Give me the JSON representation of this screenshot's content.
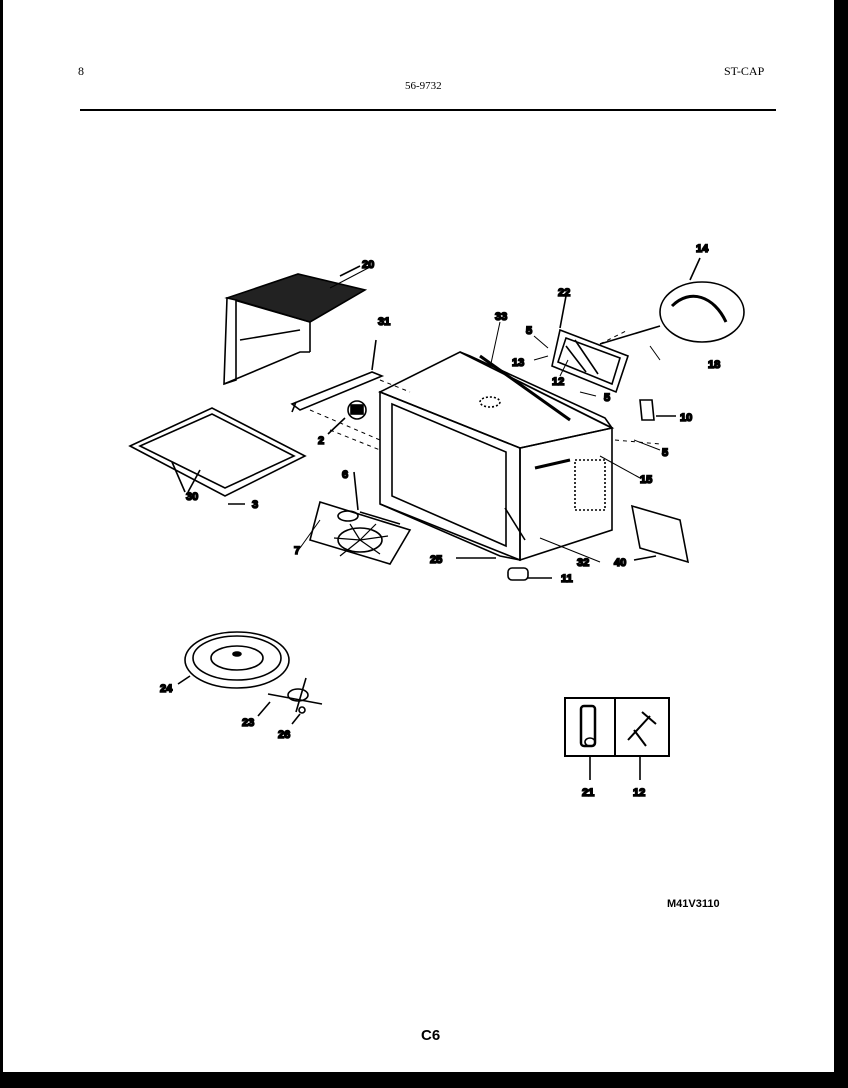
{
  "header": {
    "left": "8",
    "center": "56-9732",
    "right": "ST-CAP"
  },
  "callouts": {
    "c20": "20",
    "c31": "31",
    "c33": "33",
    "c22": "22",
    "c14": "14",
    "c5a": "5",
    "c13": "13",
    "c12a": "12",
    "c5b": "5",
    "c18": "18",
    "c10": "10",
    "c5c": "5",
    "c15": "15",
    "c2": "2",
    "c30": "30",
    "c3": "3",
    "c6": "6",
    "c7": "7",
    "c25": "25",
    "c11": "11",
    "c32": "32",
    "c40": "40",
    "c24": "24",
    "c23": "23",
    "c26": "26",
    "c21": "21",
    "c12b": "12"
  },
  "footer": {
    "model_code": "M41V3110",
    "page_label": "C6"
  }
}
